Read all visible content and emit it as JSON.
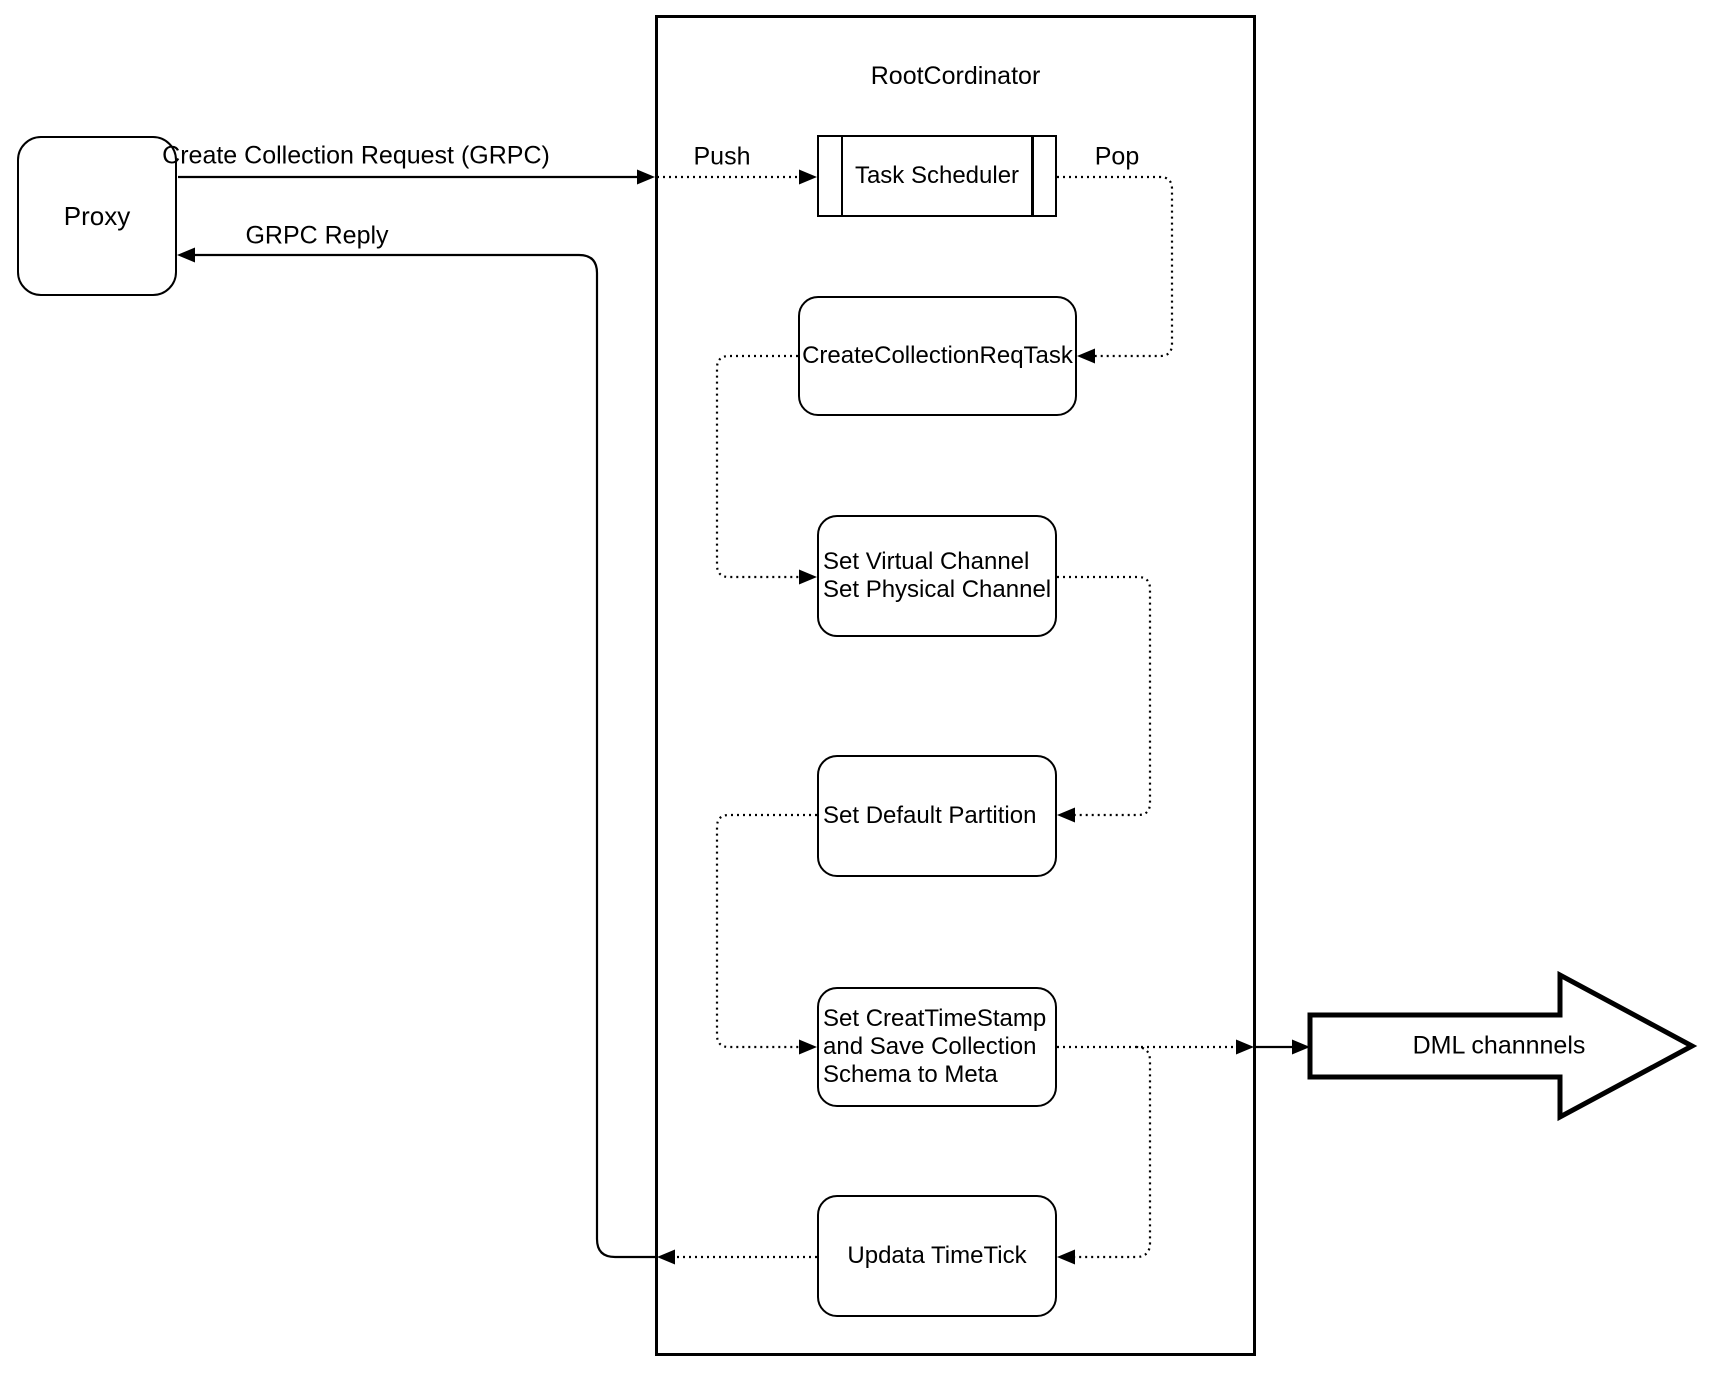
{
  "diagram": {
    "colors": {
      "stroke": "#000000",
      "background": "#ffffff"
    },
    "proxy": {
      "label": "Proxy"
    },
    "root_coordinator": {
      "title": "RootCordinator",
      "task_scheduler": {
        "label": "Task Scheduler"
      },
      "create_collection_req_task": {
        "label": "CreateCollectionReqTask"
      },
      "set_virtual_channel": {
        "line1": "Set Virtual Channel",
        "line2": "Set Physical Channel"
      },
      "set_default_partition": {
        "label": "Set Default Partition"
      },
      "set_create_timestamp": {
        "line1": "Set CreatTimeStamp",
        "line2": "and Save Collection",
        "line3": "Schema to Meta"
      },
      "update_timetick": {
        "label": "Updata TimeTick"
      }
    },
    "edges": {
      "create_collection_request": "Create Collection Request (GRPC)",
      "grpc_reply": "GRPC Reply",
      "push": "Push",
      "pop": "Pop"
    },
    "dml_channels": {
      "label": "DML channnels"
    }
  }
}
